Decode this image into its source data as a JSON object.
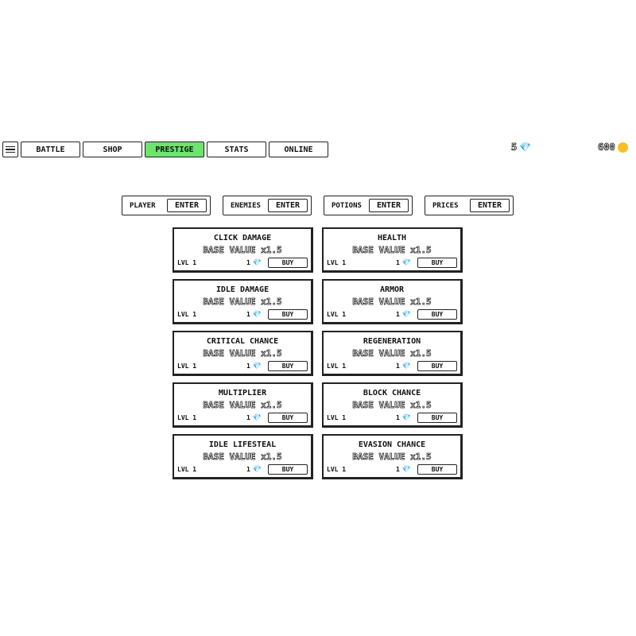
{
  "nav": {
    "tabs": [
      "BATTLE",
      "SHOP",
      "PRESTIGE",
      "STATS",
      "ONLINE"
    ],
    "active": "PRESTIGE"
  },
  "currency": {
    "gems": "5",
    "gold": "600"
  },
  "sections": [
    {
      "label": "PLAYER",
      "button": "ENTER"
    },
    {
      "label": "ENEMIES",
      "button": "ENTER"
    },
    {
      "label": "POTIONS",
      "button": "ENTER"
    },
    {
      "label": "PRICES",
      "button": "ENTER"
    }
  ],
  "upgrades": [
    {
      "title": "CLICK DAMAGE",
      "desc": "BASE VALUE x1.5",
      "level": "LVL 1",
      "cost": "1",
      "buy": "BUY"
    },
    {
      "title": "HEALTH",
      "desc": "BASE VALUE x1.5",
      "level": "LVL 1",
      "cost": "1",
      "buy": "BUY"
    },
    {
      "title": "IDLE DAMAGE",
      "desc": "BASE VALUE x1.5",
      "level": "LVL 1",
      "cost": "1",
      "buy": "BUY"
    },
    {
      "title": "ARMOR",
      "desc": "BASE VALUE x1.5",
      "level": "LVL 1",
      "cost": "1",
      "buy": "BUY"
    },
    {
      "title": "CRITICAL CHANCE",
      "desc": "BASE VALUE x1.5",
      "level": "LVL 1",
      "cost": "1",
      "buy": "BUY"
    },
    {
      "title": "REGENERATION",
      "desc": "BASE VALUE x1.5",
      "level": "LVL 1",
      "cost": "1",
      "buy": "BUY"
    },
    {
      "title": "MULTIPLIER",
      "desc": "BASE VALUE x1.5",
      "level": "LVL 1",
      "cost": "1",
      "buy": "BUY"
    },
    {
      "title": "BLOCK CHANCE",
      "desc": "BASE VALUE x1.5",
      "level": "LVL 1",
      "cost": "1",
      "buy": "BUY"
    },
    {
      "title": "IDLE LIFESTEAL",
      "desc": "BASE VALUE x1.5",
      "level": "LVL 1",
      "cost": "1",
      "buy": "BUY"
    },
    {
      "title": "EVASION CHANCE",
      "desc": "BASE VALUE x1.5",
      "level": "LVL 1",
      "cost": "1",
      "buy": "BUY"
    }
  ]
}
